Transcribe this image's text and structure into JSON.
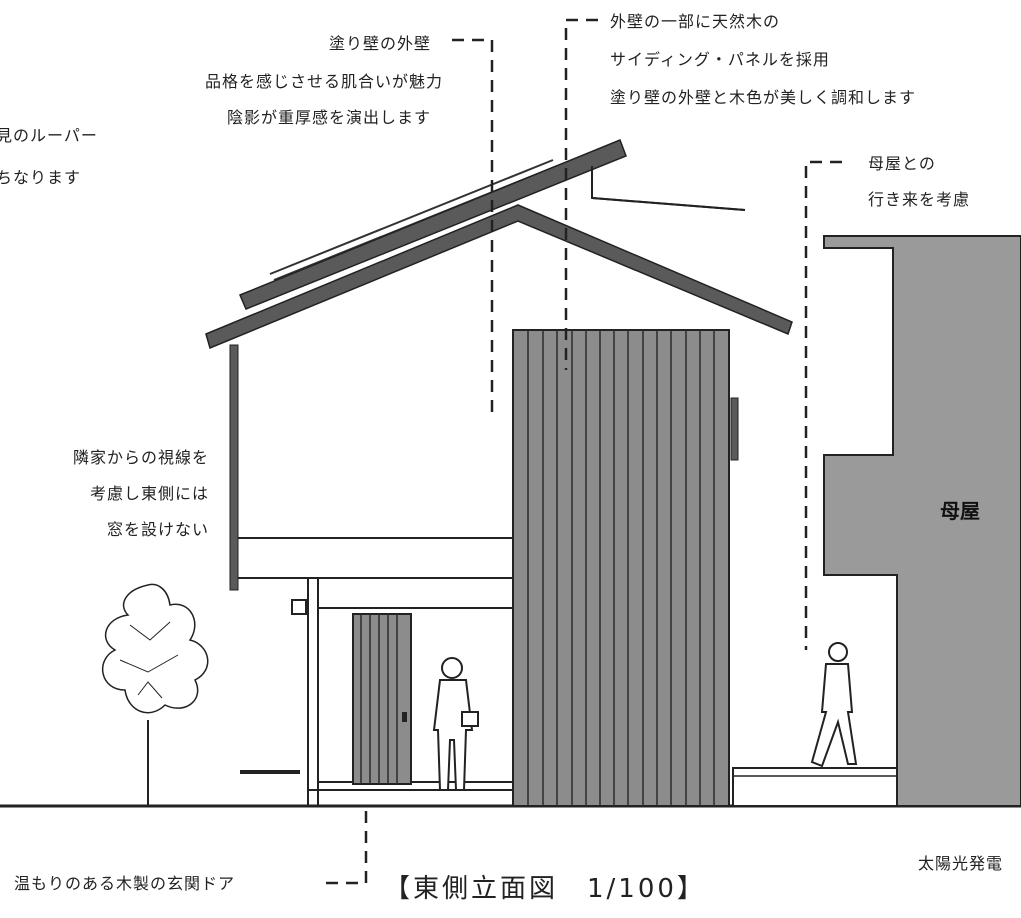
{
  "colors": {
    "wall_dark": "#8c8c8c",
    "wall_fill": "#9a9a9a",
    "roof": "#555555",
    "line": "#222222",
    "background": "#ffffff"
  },
  "annotations": {
    "plaster_wall": [
      "塗り壁の外壁",
      "品格を感じさせる肌合いが魅力",
      "陰影が重厚感を演出します"
    ],
    "wood_siding": [
      "外壁の一部に天然木の",
      "サイディング・パネルを採用",
      "塗り壁の外壁と木色が美しく調和します"
    ],
    "louver": [
      "見のルーパー",
      "ちなります"
    ],
    "main_house_access": [
      "母屋との",
      "行き来を考慮"
    ],
    "no_windows": [
      "隣家からの視線を",
      "考慮し東側には",
      "窓を設けない"
    ],
    "front_door": "温もりのある木製の玄関ドア",
    "solar": "太陽光発電"
  },
  "main_house_label": "母屋",
  "drawing_title": "【東側立面図　1/100】"
}
